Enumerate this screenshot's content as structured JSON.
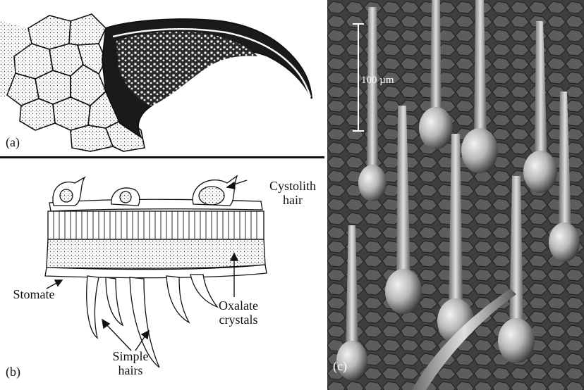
{
  "panels": {
    "a": {
      "label": "(a)"
    },
    "b": {
      "label": "(b)",
      "annotations": {
        "cystolith_hair": "Cystolith hair",
        "stomate": "Stomate",
        "oxalate_crystals": "Oxalate crystals",
        "simple_hairs": "Simple hairs"
      }
    },
    "c": {
      "label": "(c)",
      "scale_bar": "100 µm"
    }
  }
}
